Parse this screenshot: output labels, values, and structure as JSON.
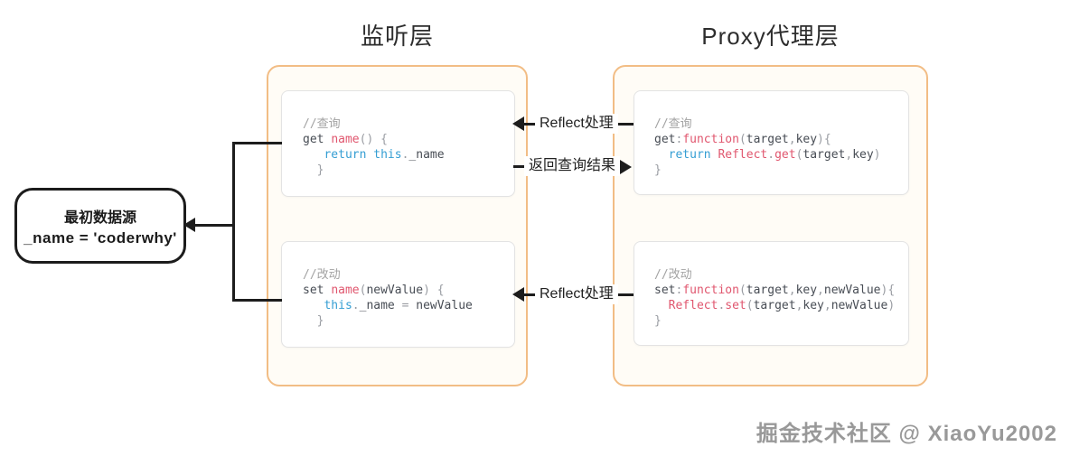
{
  "titles": {
    "listen_layer": "监听层",
    "proxy_layer": "Proxy代理层"
  },
  "data_source_box": {
    "line1": "最初数据源",
    "line2": "_name = 'coderwhy'"
  },
  "flow_labels": {
    "reflect_top": "Reflect处理",
    "return_query_result": "返回查询结果",
    "reflect_bottom": "Reflect处理"
  },
  "watermark": "掘金技术社区 @ XiaoYu2002",
  "colors": {
    "accent_orange": "#f2bd85",
    "cream": "#fffcf6",
    "box_border": "#e3e3e3",
    "line_black": "#1d1d1d",
    "comment": "#a3a3a3",
    "plain": "#474c54",
    "keyword_blue": "#359ed3",
    "name_pink": "#e0566e",
    "punct": "#9a9da3",
    "watermark": "#999999"
  },
  "code_blocks": {
    "listen_get": {
      "lines": [
        [
          {
            "t": "//查询",
            "c": "cm"
          }
        ],
        [
          {
            "t": "get ",
            "c": "pl"
          },
          {
            "t": "name",
            "c": "fn"
          },
          {
            "t": "()",
            "c": "pu"
          },
          {
            "t": " ",
            "c": "pl"
          },
          {
            "t": "{",
            "c": "pu"
          }
        ],
        [
          {
            "t": "   ",
            "c": "pl"
          },
          {
            "t": "return",
            "c": "kw"
          },
          {
            "t": " ",
            "c": "pl"
          },
          {
            "t": "this",
            "c": "kw"
          },
          {
            "t": ".",
            "c": "pu"
          },
          {
            "t": "_name",
            "c": "pl"
          }
        ],
        [
          {
            "t": "  }",
            "c": "pu"
          }
        ]
      ]
    },
    "listen_set": {
      "lines": [
        [
          {
            "t": "//改动",
            "c": "cm"
          }
        ],
        [
          {
            "t": "set ",
            "c": "pl"
          },
          {
            "t": "name",
            "c": "fn"
          },
          {
            "t": "(",
            "c": "pu"
          },
          {
            "t": "newValue",
            "c": "pl"
          },
          {
            "t": ")",
            "c": "pu"
          },
          {
            "t": " ",
            "c": "pl"
          },
          {
            "t": "{",
            "c": "pu"
          }
        ],
        [
          {
            "t": "   ",
            "c": "pl"
          },
          {
            "t": "this",
            "c": "kw"
          },
          {
            "t": ".",
            "c": "pu"
          },
          {
            "t": "_name ",
            "c": "pl"
          },
          {
            "t": "=",
            "c": "pu"
          },
          {
            "t": " newValue",
            "c": "pl"
          }
        ],
        [
          {
            "t": "  }",
            "c": "pu"
          }
        ]
      ]
    },
    "proxy_get": {
      "lines": [
        [
          {
            "t": "//查询",
            "c": "cm"
          }
        ],
        [
          {
            "t": "get",
            "c": "pl"
          },
          {
            "t": ":",
            "c": "pu"
          },
          {
            "t": "function",
            "c": "fn"
          },
          {
            "t": "(",
            "c": "pu"
          },
          {
            "t": "target",
            "c": "pl"
          },
          {
            "t": ",",
            "c": "pu"
          },
          {
            "t": "key",
            "c": "pl"
          },
          {
            "t": "){",
            "c": "pu"
          }
        ],
        [
          {
            "t": "  ",
            "c": "pl"
          },
          {
            "t": "return",
            "c": "kw"
          },
          {
            "t": " ",
            "c": "pl"
          },
          {
            "t": "Reflect",
            "c": "fn"
          },
          {
            "t": ".",
            "c": "pu"
          },
          {
            "t": "get",
            "c": "fn"
          },
          {
            "t": "(",
            "c": "pu"
          },
          {
            "t": "target",
            "c": "pl"
          },
          {
            "t": ",",
            "c": "pu"
          },
          {
            "t": "key",
            "c": "pl"
          },
          {
            "t": ")",
            "c": "pu"
          }
        ],
        [
          {
            "t": "}",
            "c": "pu"
          }
        ]
      ]
    },
    "proxy_set": {
      "lines": [
        [
          {
            "t": "//改动",
            "c": "cm"
          }
        ],
        [
          {
            "t": "set",
            "c": "pl"
          },
          {
            "t": ":",
            "c": "pu"
          },
          {
            "t": "function",
            "c": "fn"
          },
          {
            "t": "(",
            "c": "pu"
          },
          {
            "t": "target",
            "c": "pl"
          },
          {
            "t": ",",
            "c": "pu"
          },
          {
            "t": "key",
            "c": "pl"
          },
          {
            "t": ",",
            "c": "pu"
          },
          {
            "t": "newValue",
            "c": "pl"
          },
          {
            "t": "){",
            "c": "pu"
          }
        ],
        [
          {
            "t": "  ",
            "c": "pl"
          },
          {
            "t": "Reflect",
            "c": "fn"
          },
          {
            "t": ".",
            "c": "pu"
          },
          {
            "t": "set",
            "c": "fn"
          },
          {
            "t": "(",
            "c": "pu"
          },
          {
            "t": "target",
            "c": "pl"
          },
          {
            "t": ",",
            "c": "pu"
          },
          {
            "t": "key",
            "c": "pl"
          },
          {
            "t": ",",
            "c": "pu"
          },
          {
            "t": "newValue",
            "c": "pl"
          },
          {
            "t": ")",
            "c": "pu"
          }
        ],
        [
          {
            "t": "}",
            "c": "pu"
          }
        ]
      ]
    }
  }
}
